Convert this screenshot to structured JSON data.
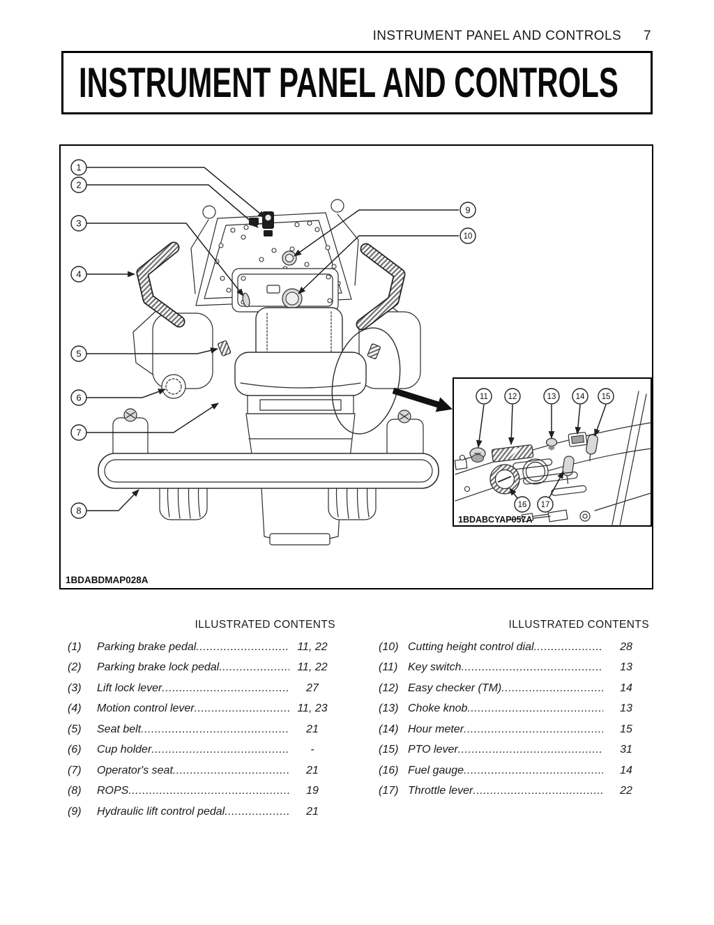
{
  "page_header": {
    "section_title": "INSTRUMENT PANEL AND CONTROLS",
    "page_number": "7"
  },
  "title_banner": {
    "text": "INSTRUMENT PANEL AND CONTROLS"
  },
  "figure": {
    "main_label": "1BDABDMAP028A",
    "inset_label": "1BDABCYAP057A",
    "callouts": [
      "1",
      "2",
      "3",
      "4",
      "5",
      "6",
      "7",
      "8",
      "9",
      "10",
      "11",
      "12",
      "13",
      "14",
      "15",
      "16",
      "17"
    ]
  },
  "toc_left": {
    "header": "ILLUSTRATED CONTENTS",
    "items": [
      {
        "num": "(1)",
        "label": "Parking brake pedal",
        "page": "11, 22"
      },
      {
        "num": "(2)",
        "label": "Parking brake lock pedal",
        "page": "11, 22"
      },
      {
        "num": "(3)",
        "label": "Lift lock lever",
        "page": "27"
      },
      {
        "num": "(4)",
        "label": "Motion control lever",
        "page": "11, 23"
      },
      {
        "num": "(5)",
        "label": "Seat belt",
        "page": "21"
      },
      {
        "num": "(6)",
        "label": "Cup holder",
        "page": "-"
      },
      {
        "num": "(7)",
        "label": "Operator's seat",
        "page": "21"
      },
      {
        "num": "(8)",
        "label": "ROPS",
        "page": "19"
      },
      {
        "num": "(9)",
        "label": "Hydraulic lift control pedal",
        "page": "21"
      }
    ]
  },
  "toc_right": {
    "header": "ILLUSTRATED CONTENTS",
    "items": [
      {
        "num": "(10)",
        "label": "Cutting height control dial",
        "page": "28"
      },
      {
        "num": "(11)",
        "label": "Key switch",
        "page": "13"
      },
      {
        "num": "(12)",
        "label": "Easy checker (TM)",
        "page": "14"
      },
      {
        "num": "(13)",
        "label": "Choke knob",
        "page": "13"
      },
      {
        "num": "(14)",
        "label": "Hour meter",
        "page": "15"
      },
      {
        "num": "(15)",
        "label": "PTO lever",
        "page": "31"
      },
      {
        "num": "(16)",
        "label": "Fuel gauge",
        "page": "14"
      },
      {
        "num": "(17)",
        "label": "Throttle lever",
        "page": "22"
      }
    ]
  }
}
